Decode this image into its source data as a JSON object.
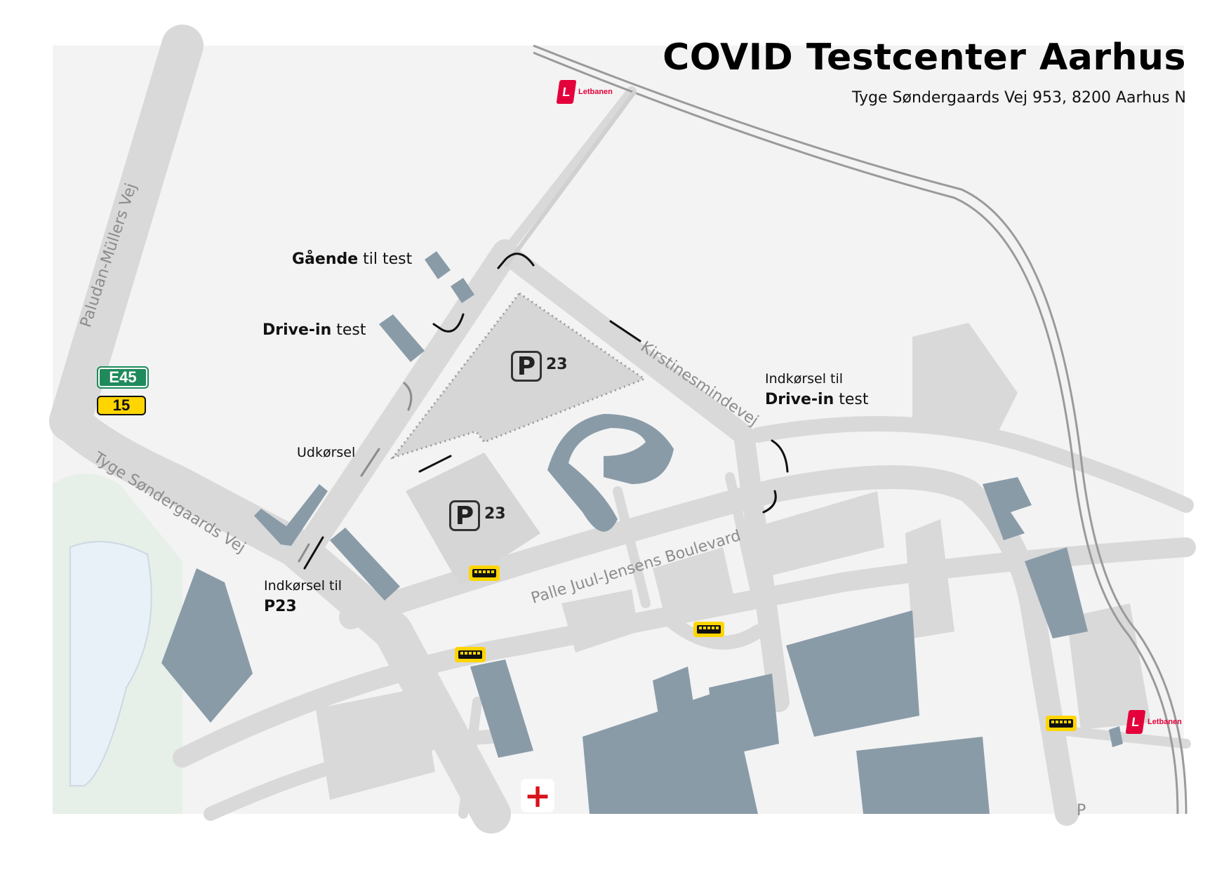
{
  "title": "COVID Testcenter Aarhus",
  "address": "Tyge Søndergaards Vej 953, 8200 Aarhus N",
  "labels": {
    "walking_bold": "Gående",
    "walking_rest": " til test",
    "drivein_bold": "Drive-in",
    "drivein_rest": " test",
    "exit": "Udkørsel",
    "entry_p23_line1": "Indkørsel til",
    "entry_p23_line2": "P23",
    "entry_drivein_line1": "Indkørsel til",
    "entry_drivein_bold": "Drive-in",
    "entry_drivein_rest": " test"
  },
  "streets": {
    "paludan": "Paludan-Müllers Vej",
    "tyge": "Tyge Søndergaards Vej",
    "kirstines": "Kirstinesmindevej",
    "palle": "Palle Juul-Jensens Boulevard",
    "edge_p": "P"
  },
  "parking": [
    {
      "letter": "P",
      "number": "23"
    },
    {
      "letter": "P",
      "number": "23"
    }
  ],
  "letbanen": {
    "mark": "L",
    "text": "Letbanen"
  },
  "road_signs": {
    "e45": "E45",
    "r15": "15"
  },
  "hospital_icon": "red-cross-icon",
  "bus_icon": "bus-icon",
  "colors": {
    "road": "#d9d9d9",
    "building": "#8a9ba8",
    "green_area": "#e6efe8",
    "water": "#e8f1f8",
    "rail": "#9a9a9a",
    "letbanen": "#e4003a",
    "bus_stop": "#ffd500",
    "hospital": "#d8141c"
  }
}
